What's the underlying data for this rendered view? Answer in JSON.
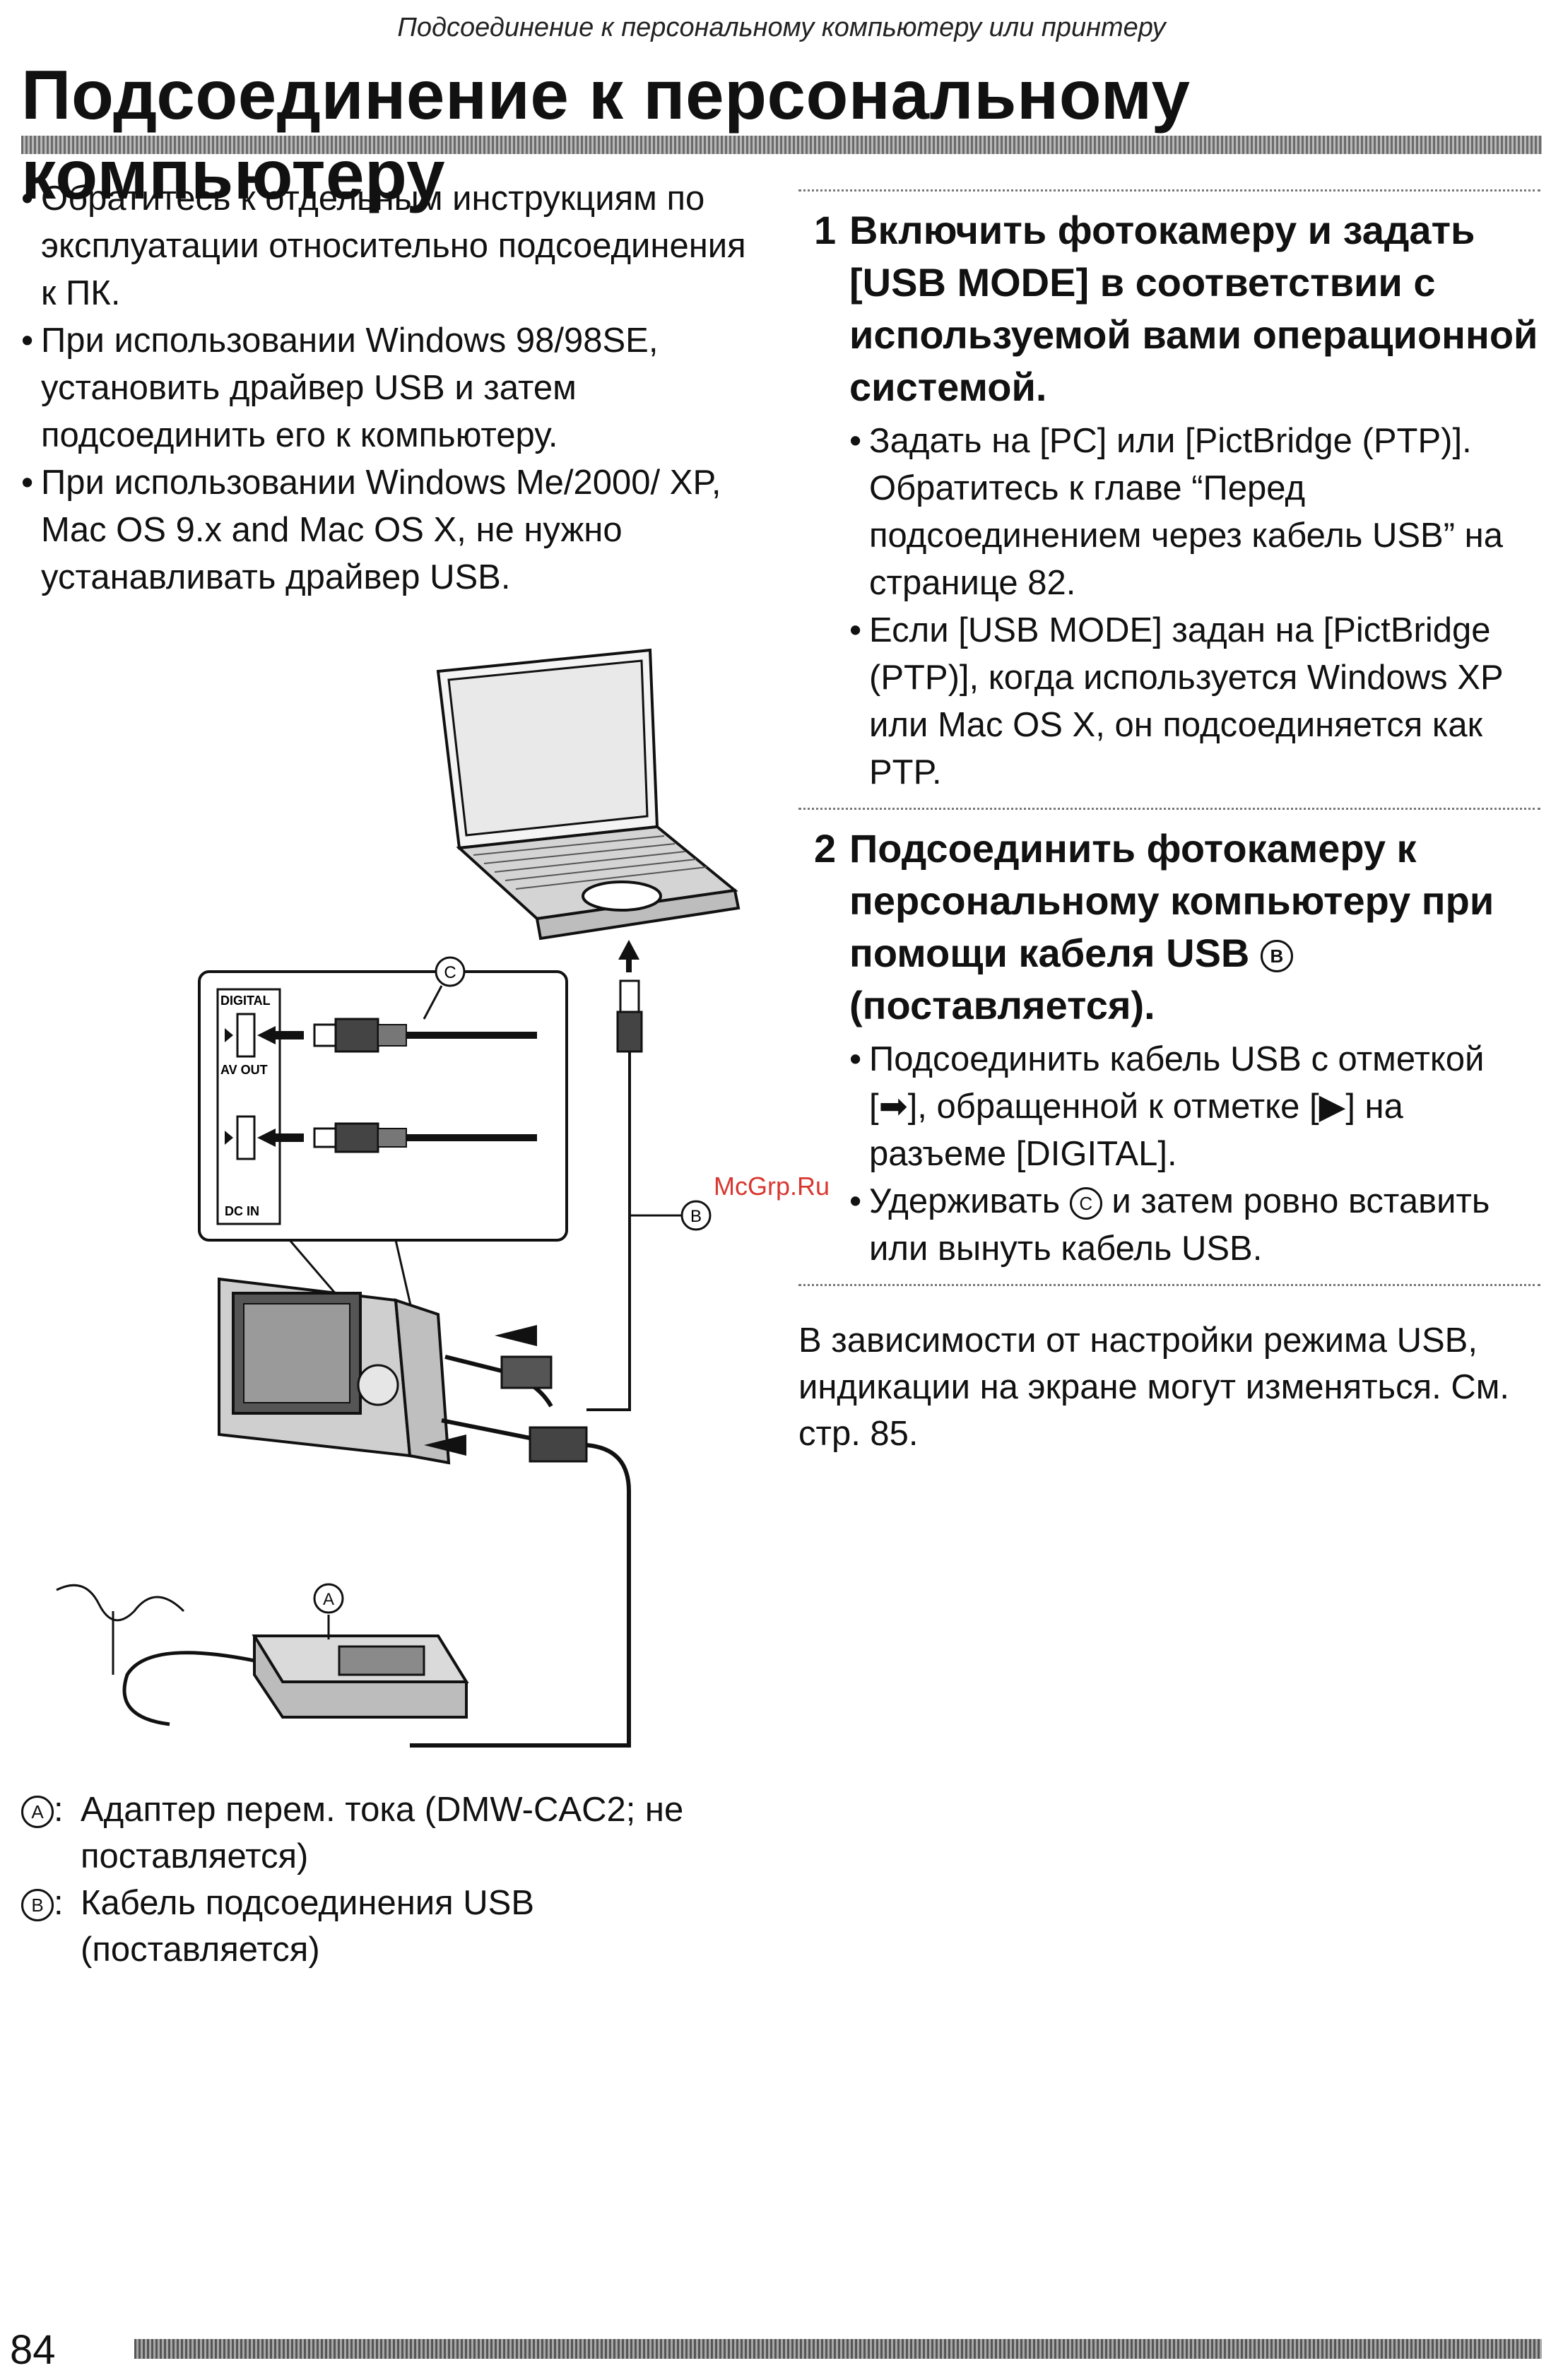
{
  "header": {
    "running_title": "Подсоединение к персональному компьютеру или принтеру",
    "page_title": "Подсоединение к персональному компьютеру"
  },
  "left_column": {
    "bullets": [
      "Обратитесь к отдельным инструкциям по эксплуатации относительно подсоединения к ПК.",
      "При использовании Windows 98/98SE, установить драйвер USB и затем подсоединить его к компьютеру.",
      "При использовании Windows Me/2000/ XP, Mac OS 9.x and Mac OS X, не нужно устанавливать драйвер USB."
    ]
  },
  "figure": {
    "jack_labels": {
      "digital": "DIGITAL",
      "av_out": "AV OUT",
      "dc_in": "DC IN"
    },
    "callouts": {
      "a": "A",
      "b": "B",
      "c": "C"
    }
  },
  "legend": {
    "items": [
      {
        "key": "A",
        "sep": ":",
        "text": "Адаптер перем. тока (DMW-CAC2; не поставляется)"
      },
      {
        "key": "B",
        "sep": ":",
        "text": "Кабель подсоединения USB (поставляется)"
      }
    ]
  },
  "steps": [
    {
      "number": "1",
      "title": "Включить фотокамеру и задать [USB MODE] в соответствии с используемой вами операционной системой.",
      "bullets": [
        "Задать на [PC] или [PictBridge (PTP)]. Обратитесь к главе “Перед подсоединением через кабель USB” на странице 82.",
        "Если [USB MODE] задан на [PictBridge (PTP)], когда используется Windows XP или Mac OS X, он подсоединяется как PTP."
      ]
    },
    {
      "number": "2",
      "title_before": "Подсоединить фотокамеру к персональному компьютеру при помощи кабеля USB",
      "title_circle": "B",
      "title_after": "(поставляется).",
      "bullet_1_before": "Подсоединить кабель USB с отметкой [",
      "bullet_1_icon_a": "➡",
      "bullet_1_middle": "], обращенной к отметке [",
      "bullet_1_icon_b": "▶",
      "bullet_1_after": "] на разъеме [DIGITAL].",
      "bullet_2_before": "Удерживать",
      "bullet_2_circle": "C",
      "bullet_2_after": "и затем ровно вставить или вынуть кабель USB."
    }
  ],
  "after_note": "В зависимости от настройки режима USB, индикации на экране могут изменяться. См. стр. 85.",
  "watermark": "McGrp.Ru",
  "footer": {
    "page_number": "84"
  },
  "colors": {
    "text": "#111111",
    "watermark": "#d8372f"
  }
}
